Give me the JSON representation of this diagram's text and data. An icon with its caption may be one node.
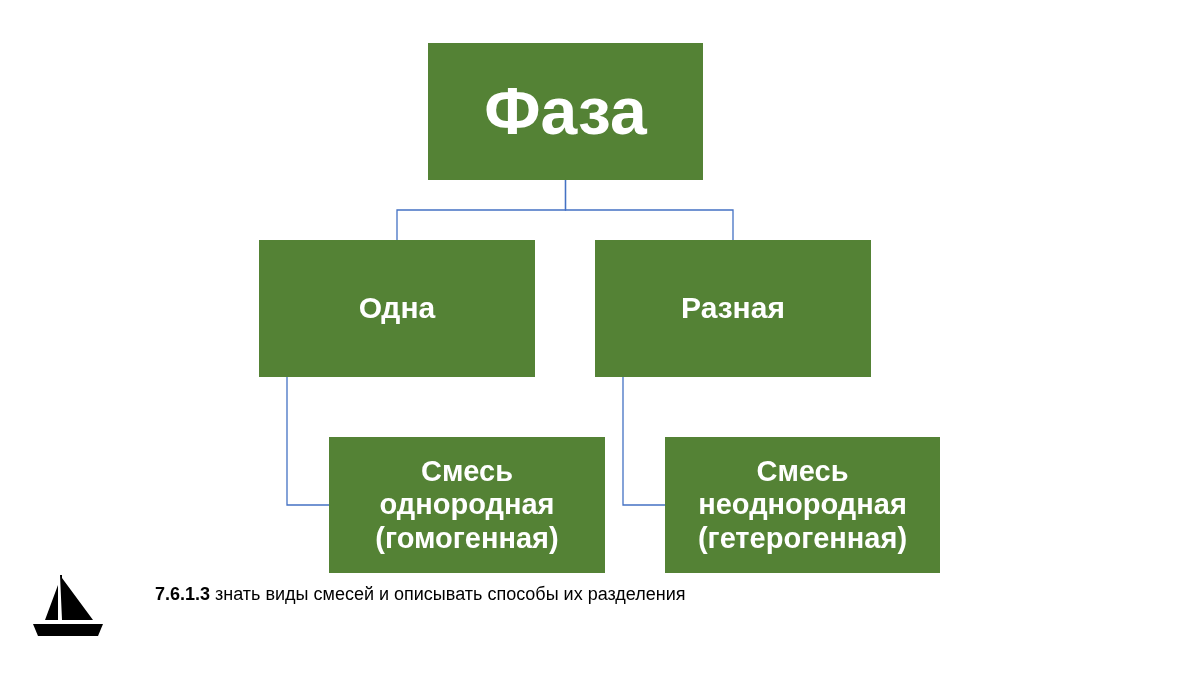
{
  "diagram": {
    "nodes": [
      {
        "text": [
          "Фаза"
        ]
      },
      {
        "text": [
          "Одна"
        ]
      },
      {
        "text": [
          "Разная"
        ]
      },
      {
        "text": [
          "Смесь однородная (гомогенная)"
        ]
      },
      {
        "text": [
          "Смесь неоднородная (гетерогенная)"
        ]
      }
    ],
    "edges": [
      {
        "from": 0,
        "to": 1,
        "arrow": "none"
      },
      {
        "from": 0,
        "to": 2,
        "arrow": "none"
      },
      {
        "from": 1,
        "to": 3,
        "arrow": "none"
      },
      {
        "from": 2,
        "to": 4,
        "arrow": "none"
      }
    ],
    "labels": [
      "**7.6.1.3** знать виды смесей и описывать способы их разделения"
    ]
  }
}
